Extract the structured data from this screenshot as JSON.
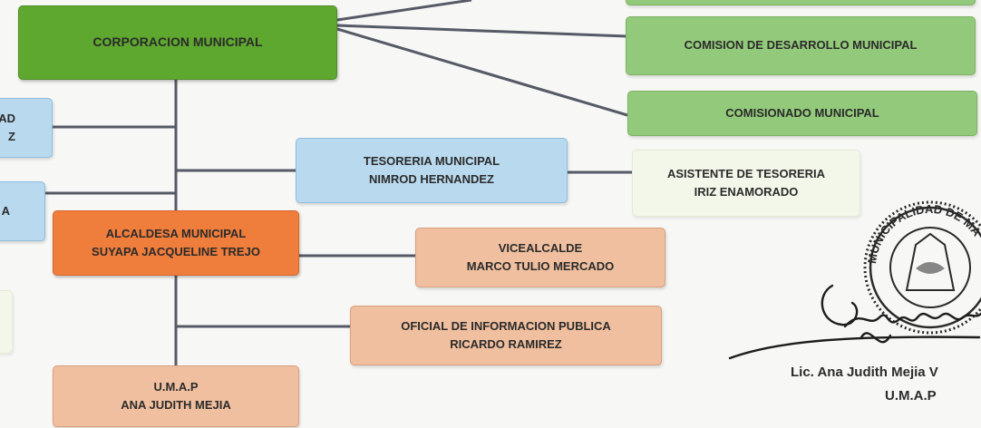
{
  "boxes": {
    "corporacion": "CORPORACION MUNICIPAL",
    "comision_desarrollo": "COMISION DE DESARROLLO MUNICIPAL",
    "comisionado": "COMISIONADO MUNICIPAL",
    "left_top": [
      "AD",
      "Z"
    ],
    "left_mid": "A",
    "tesoreria": [
      "TESORERIA MUNICIPAL",
      "NIMROD HERNANDEZ"
    ],
    "asistente_tesoreria": [
      "ASISTENTE DE TESORERIA",
      "IRIZ ENAMORADO"
    ],
    "alcaldesa": [
      "ALCALDESA MUNICIPAL",
      "SUYAPA JACQUELINE TREJO"
    ],
    "vicealcalde": [
      "VICEALCALDE",
      "MARCO TULIO MERCADO"
    ],
    "oficial": [
      "OFICIAL DE INFORMACION PUBLICA",
      "RICARDO RAMIREZ"
    ],
    "umap": [
      "U.M.A.P",
      "ANA JUDITH MEJIA"
    ]
  },
  "signature": {
    "seal_text": "MUNICIPALIDAD DE MA",
    "name": "Lic. Ana Judith Mejia V",
    "title": "U.M.A.P"
  },
  "colors": {
    "dark_green": "#5fa82f",
    "light_green": "#93c97a",
    "light_blue": "#b9d9ef",
    "orange": "#ef7d3c",
    "salmon": "#efbf9f",
    "pale_green": "#f3f7ea",
    "connector": "#555a66"
  }
}
